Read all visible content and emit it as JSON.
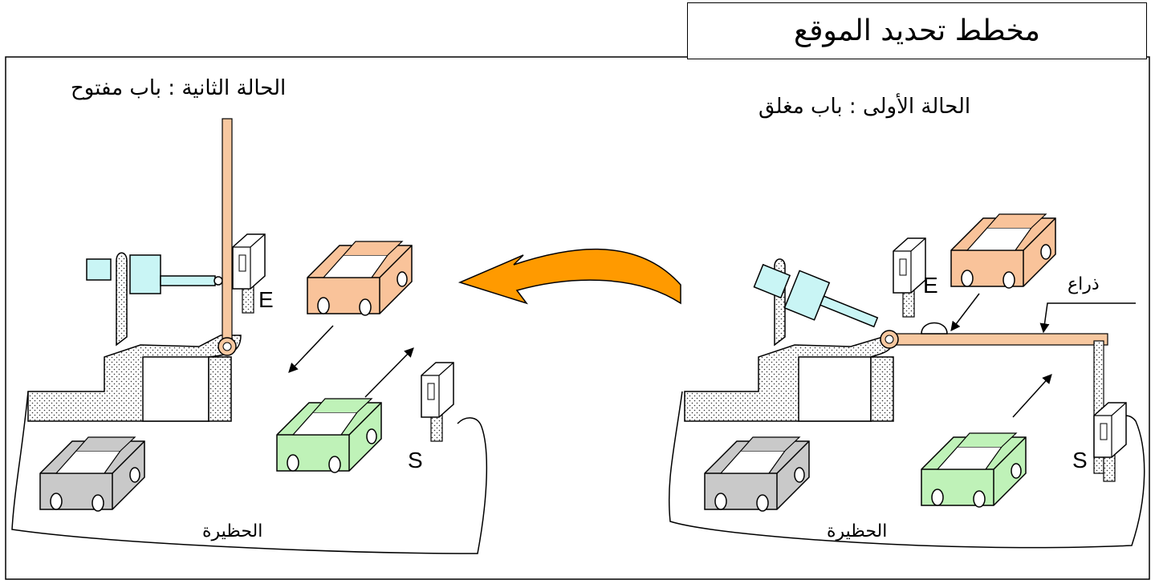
{
  "title": "مخطط تحديد الموقع",
  "right_panel": {
    "state_label": "الحالة الأولى : باب مغلق",
    "arm_label": "ذراع",
    "sensor_e": "E",
    "sensor_s": "S",
    "garage_label": "الحظيرة"
  },
  "left_panel": {
    "state_label": "الحالة الثانية : باب مفتوح",
    "sensor_e": "E",
    "sensor_s": "S",
    "garage_label": "الحظيرة"
  },
  "colors": {
    "barrier": "#f7c8a0",
    "car_orange": "#f9c39a",
    "car_green": "#bff2b8",
    "car_gray": "#c9c9c9",
    "actuator": "#c9f5f5",
    "transition_arrow": "#ff9a00"
  }
}
